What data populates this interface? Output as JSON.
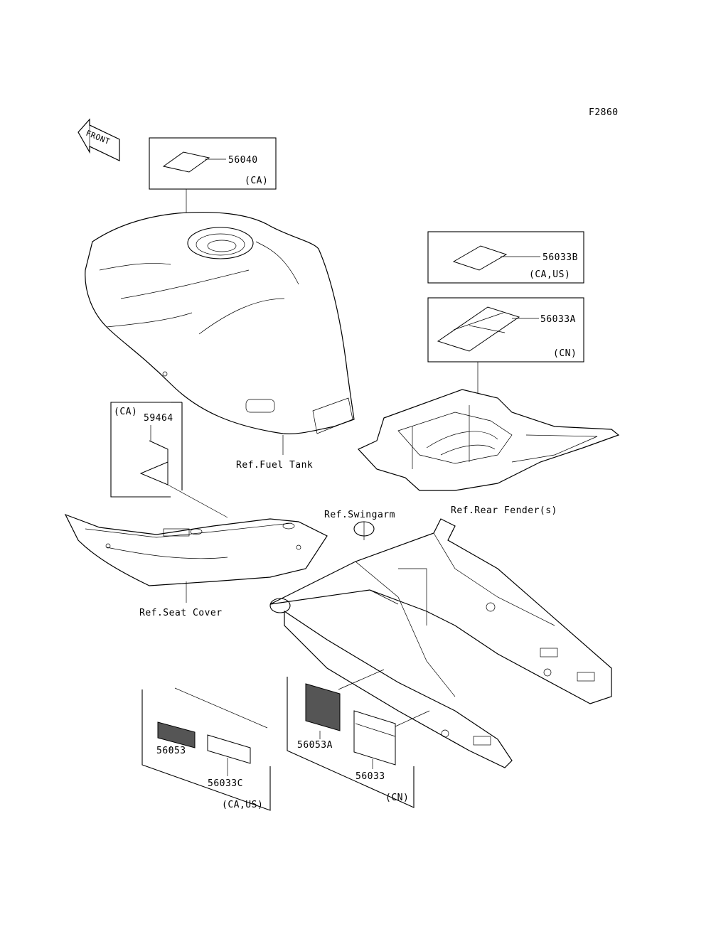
{
  "figure_code": "F2860",
  "front_label": "FRONT",
  "labels": {
    "p56040": "56040",
    "p56040_region": "(CA)",
    "p56033B": "56033B",
    "p56033B_region": "(CA,US)",
    "p56033A": "56033A",
    "p56033A_region": "(CN)",
    "p59464": "59464",
    "p59464_region": "(CA)",
    "p56053": "56053",
    "p56033C": "56033C",
    "group_left_region": "(CA,US)",
    "p56053A": "56053A",
    "p56033": "56033",
    "group_right_region": "(CN)"
  },
  "references": {
    "fuel_tank": "Ref.Fuel Tank",
    "rear_fender": "Ref.Rear Fender(s)",
    "swingarm": "Ref.Swingarm",
    "seat_cover": "Ref.Seat Cover"
  }
}
